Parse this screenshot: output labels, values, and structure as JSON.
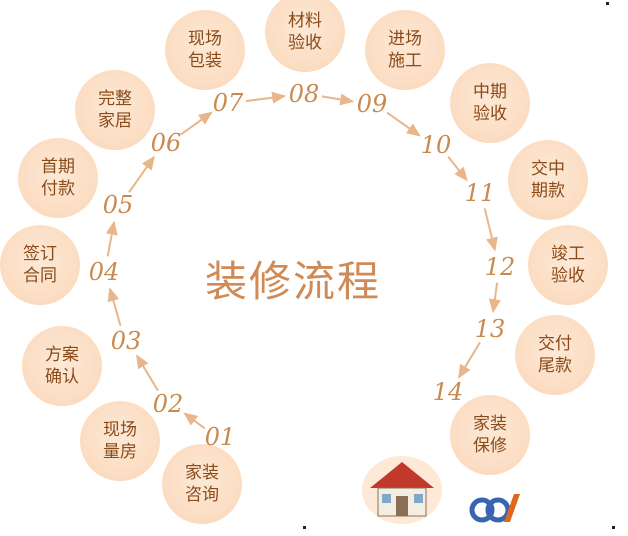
{
  "title": "装修流程",
  "colors": {
    "circle": "#fbdcc1",
    "text": "#8a4a1a",
    "accent": "#d08a55",
    "arrow": "#e8b68a"
  },
  "steps": [
    {
      "num": "01",
      "label": "家装\n咨询"
    },
    {
      "num": "02",
      "label": "现场\n量房"
    },
    {
      "num": "03",
      "label": "方案\n确认"
    },
    {
      "num": "04",
      "label": "签订\n合同"
    },
    {
      "num": "05",
      "label": "首期\n付款"
    },
    {
      "num": "06",
      "label": "完整\n家居"
    },
    {
      "num": "07",
      "label": "现场\n包装"
    },
    {
      "num": "08",
      "label": "材料\n验收"
    },
    {
      "num": "09",
      "label": "进场\n施工"
    },
    {
      "num": "10",
      "label": "中期\n验收"
    },
    {
      "num": "11",
      "label": "交中\n期款"
    },
    {
      "num": "12",
      "label": "竣工\n验收"
    },
    {
      "num": "13",
      "label": "交付\n尾款"
    },
    {
      "num": "14",
      "label": "家装\n保修"
    }
  ],
  "icons": {
    "house": "house-icon",
    "logo": "logo-icon"
  }
}
